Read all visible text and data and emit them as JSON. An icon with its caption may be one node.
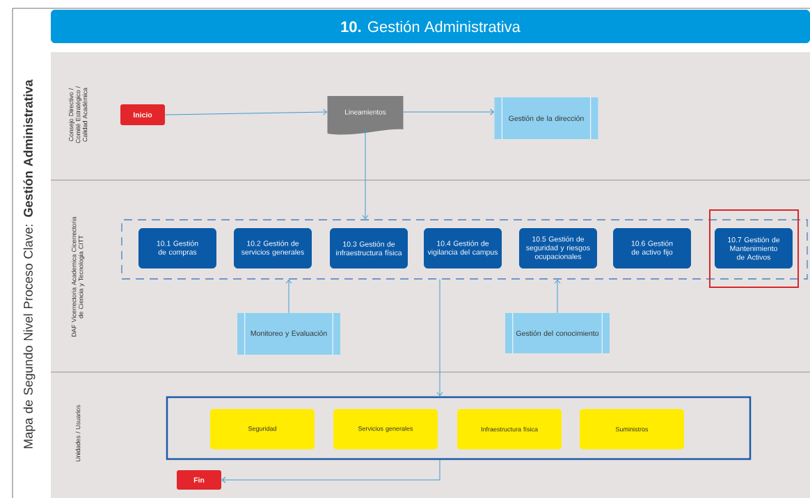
{
  "diagram": {
    "title": "**10.** Gestión Administrativa",
    "nodes": [
      {
        "text": [
          "Inicio"
        ]
      },
      {
        "text": [
          "Lineamientos"
        ]
      },
      {
        "text": [
          "Gestión de la dirección"
        ]
      },
      {
        "text": [],
        "shape": "box"
      },
      {
        "text": [
          "10.1 Gestión de compras"
        ],
        "in": 3
      },
      {
        "text": [
          "10.2 Gestión de servicios generales"
        ],
        "in": 3
      },
      {
        "text": [
          "10.3 Gestión de infraestructura física"
        ],
        "in": 3
      },
      {
        "text": [
          "10.4 Gestión de vigilancia del campus"
        ],
        "in": 3
      },
      {
        "text": [
          "10.5 Gestión de seguridad y riesgos ocupacionales"
        ],
        "in": 3
      },
      {
        "text": [
          "10.6 Gestión de activo fijo"
        ],
        "in": 3
      },
      {
        "text": [
          "10.7 Gestión de Mantenimiento de Activos"
        ],
        "in": 3
      },
      {
        "text": [
          "Monitoreo y Evaluación"
        ]
      },
      {
        "text": [
          "Gestión del conocimiento"
        ]
      },
      {
        "text": [],
        "shape": "box"
      },
      {
        "text": [
          "Seguridad"
        ],
        "in": 13
      },
      {
        "text": [
          "Servicios generales"
        ],
        "in": 13
      },
      {
        "text": [
          "Infraestructura física"
        ],
        "in": 13
      },
      {
        "text": [
          "Suministros"
        ],
        "in": 13
      },
      {
        "text": [
          "Fin"
        ]
      }
    ],
    "edges": [
      {
        "from": 0,
        "to": 1,
        "arrow": "to"
      },
      {
        "from": 1,
        "to": 2,
        "arrow": "to"
      },
      {
        "from": 1,
        "to": 3,
        "arrow": "to"
      },
      {
        "from": 11,
        "to": 3,
        "arrow": "to"
      },
      {
        "from": 12,
        "to": 3,
        "arrow": "to"
      },
      {
        "from": 3,
        "to": 13,
        "arrow": "to"
      },
      {
        "from": 13,
        "to": 18,
        "arrow": "to"
      }
    ],
    "labels": [
      "Mapa de Segundo Nivel Proceso Clave: **Gestión Administrativa**",
      "Consejo Directivo / Comité Estratégico / Calidad Académica",
      "DAF Vicerrectoria Academica Cicerrectoria de Ciencia y Tecnologia CITT",
      "Unidades / Usuarios"
    ]
  }
}
